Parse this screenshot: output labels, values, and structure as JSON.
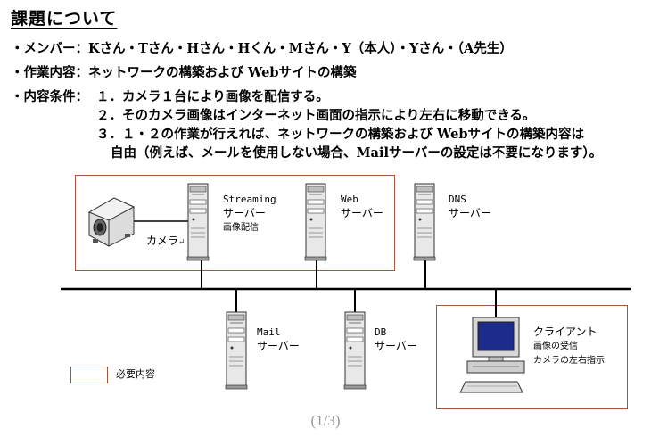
{
  "title": "課題について",
  "members": {
    "label": "・メンバー：",
    "value": "Kさん・Tさん・Hさん・Hくん・Mさん・Y（本人）・Yさん・（A先生）"
  },
  "work": {
    "label": "・作業内容：",
    "value": "ネットワークの構築および Webサイトの構築"
  },
  "conditions": {
    "label": "・内容条件：",
    "items": [
      "１．カメラ１台により画像を配信する。",
      "２．そのカメラ画像はインターネット画面の指示により左右に移動できる。",
      "３．１・２の作業が行えれば、ネットワークの構築および Webサイトの構築内容は",
      "自由（例えば、メールを使用しない場合、Mailサーバーの設定は不要になります）。"
    ]
  },
  "diagram": {
    "camera_label": "カメラ",
    "servers": {
      "streaming": {
        "name": "Streaming",
        "role": "サーバー",
        "sub": "画像配信"
      },
      "web": {
        "name": "Web",
        "role": "サーバー"
      },
      "dns": {
        "name": "DNS",
        "role": "サーバー"
      },
      "mail": {
        "name": "Mail",
        "role": "サーバー"
      },
      "db": {
        "name": "DB",
        "role": "サーバー"
      }
    },
    "client": {
      "name": "クライアント",
      "line1": "画像の受信",
      "line2": "カメラの左右指示"
    },
    "legend": "必要内容"
  },
  "page_number": "(1/3)"
}
